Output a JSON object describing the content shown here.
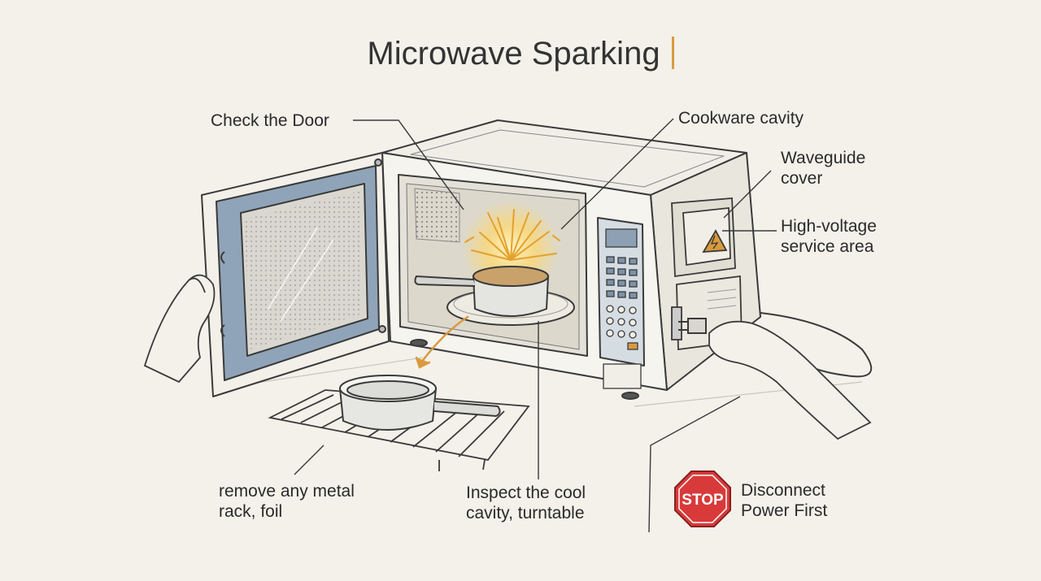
{
  "title": "Microwave Sparking",
  "labels": {
    "check_door": "Check the Door",
    "cookware_cavity": "Cookware cavity",
    "waveguide_cover": "Waveguide\ncover",
    "high_voltage": "High-voltage\nservice area",
    "remove_metal": "remove any metal\nrack, foil",
    "inspect_cavity": "Inspect the cool\ncavity, turntable",
    "disconnect_power": "Disconnect\nPower First",
    "stop_sign": "STOP"
  },
  "colors": {
    "background": "#f3f1ea",
    "accent": "#d99a3e",
    "stop_red": "#d83a3a",
    "door_blue": "#8fa4b8",
    "line": "#3a3a3a"
  }
}
